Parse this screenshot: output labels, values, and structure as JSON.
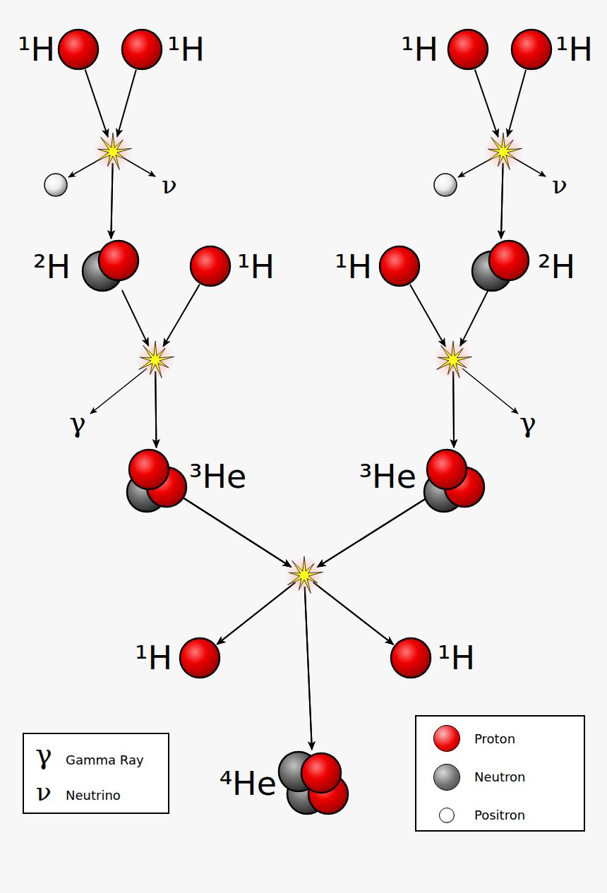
{
  "diagram": {
    "nodes": [
      {
        "text": [
          "¹H"
        ]
      },
      {
        "text": [
          "¹H"
        ]
      },
      {
        "text": [
          "¹H"
        ]
      },
      {
        "text": [
          "¹H"
        ]
      },
      {
        "text": [
          "²H"
        ]
      },
      {
        "text": [
          "¹H"
        ]
      },
      {
        "text": [
          "¹H"
        ]
      },
      {
        "text": [
          "²H"
        ]
      },
      {
        "text": [
          "³He"
        ]
      },
      {
        "text": [
          "³He"
        ]
      },
      {
        "text": [
          "¹H"
        ]
      },
      {
        "text": [
          "¹H"
        ]
      },
      {
        "text": [
          "⁴He"
        ]
      }
    ],
    "edges": [
      {
        "from": 0,
        "to": 4,
        "arrow": "to"
      },
      {
        "from": 1,
        "to": 4,
        "arrow": "to"
      },
      {
        "from": 2,
        "to": 7,
        "arrow": "to"
      },
      {
        "from": 3,
        "to": 7,
        "arrow": "to"
      },
      {
        "from": 4,
        "to": 8,
        "arrow": "to"
      },
      {
        "from": 5,
        "to": 8,
        "arrow": "to"
      },
      {
        "from": 6,
        "to": 9,
        "arrow": "to"
      },
      {
        "from": 7,
        "to": 9,
        "arrow": "to"
      },
      {
        "from": 8,
        "to": 10,
        "arrow": "to"
      },
      {
        "from": 8,
        "to": 11,
        "arrow": "to"
      },
      {
        "from": 8,
        "to": 12,
        "arrow": "to"
      },
      {
        "from": 9,
        "to": 10,
        "arrow": "to"
      },
      {
        "from": 9,
        "to": 11,
        "arrow": "to"
      },
      {
        "from": 9,
        "to": 12,
        "arrow": "to"
      }
    ],
    "labels": [
      "ν",
      "ν",
      "γ",
      "γ",
      "γ",
      "ν"
    ],
    "legend": [
      {
        "text": "Gamma Ray"
      },
      {
        "text": "Neutrino"
      },
      {
        "text": "Proton",
        "color": "#ee0000"
      },
      {
        "text": "Neutron",
        "color": "#6e6e6e"
      },
      {
        "text": "Positron",
        "color": "#ffffff"
      }
    ]
  }
}
